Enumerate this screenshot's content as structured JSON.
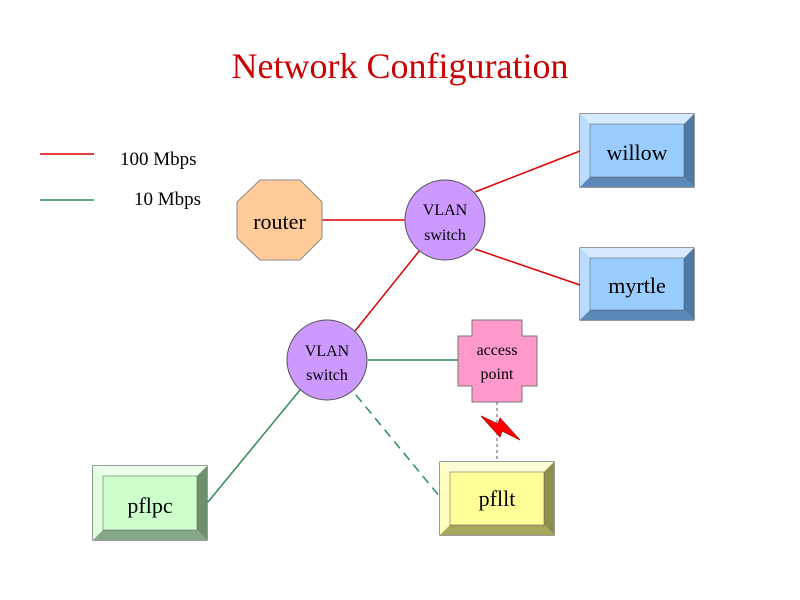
{
  "title": "Network Configuration",
  "colors": {
    "title": "#cc0000",
    "fast_link": "#dd0000",
    "slow_link": "#2e8b57",
    "router": "#ffcc99",
    "switch": "#cc99ff",
    "server": "#99ccff",
    "access_point": "#ff99cc",
    "pflpc": "#ccffcc",
    "pfllt": "#ffff99",
    "wireless": "#ff0000"
  },
  "legend": {
    "fast": "100 Mbps",
    "slow": "10 Mbps"
  },
  "nodes": {
    "router": "router",
    "switch_top": [
      "VLAN",
      "switch"
    ],
    "switch_bottom": [
      "VLAN",
      "switch"
    ],
    "willow": "willow",
    "myrtle": "myrtle",
    "access_point": [
      "access",
      "point"
    ],
    "pflpc": "pflpc",
    "pfllt": "pfllt"
  },
  "icons": {
    "wireless": "lightning-bolt-icon"
  }
}
